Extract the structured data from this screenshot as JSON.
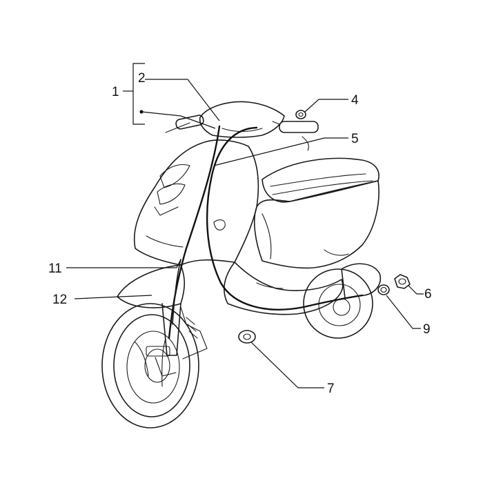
{
  "diagram": {
    "part_labels": [
      {
        "id": "1",
        "label": "1"
      },
      {
        "id": "2",
        "label": "2"
      },
      {
        "id": "4",
        "label": "4"
      },
      {
        "id": "5",
        "label": "5"
      },
      {
        "id": "6",
        "label": "6"
      },
      {
        "id": "7",
        "label": "7"
      },
      {
        "id": "9",
        "label": "9"
      },
      {
        "id": "11",
        "label": "11"
      },
      {
        "id": "12",
        "label": "12"
      }
    ],
    "colors": {
      "line": "#1a1a1a",
      "background": "#ffffff"
    }
  }
}
